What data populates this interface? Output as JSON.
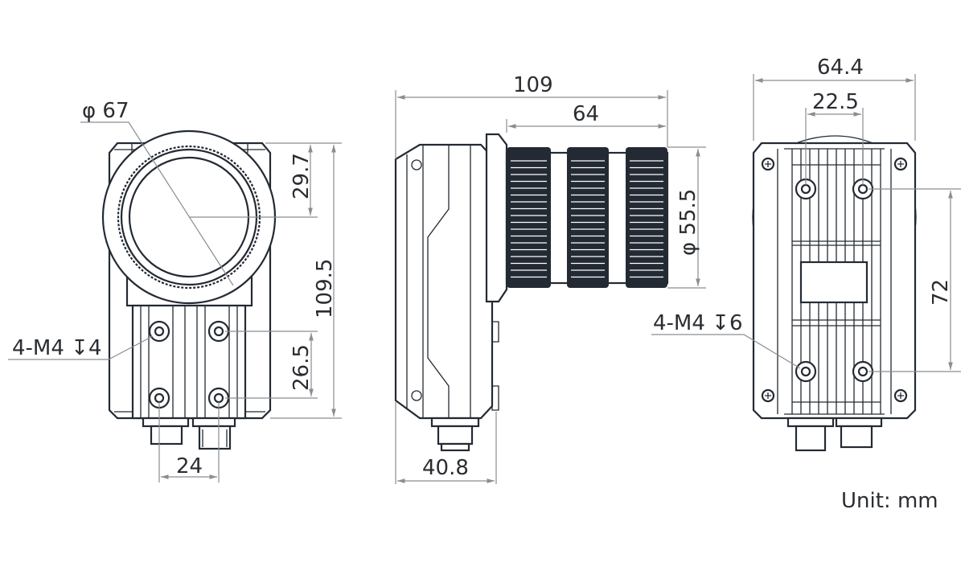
{
  "front_view": {
    "lens_diameter": "φ 67",
    "lens_center_offset": "29.7",
    "overall_height": "109.5",
    "hole_spacing_vertical": "26.5",
    "hole_spacing_horizontal": "24",
    "mount_holes": "4-M4 ↧4"
  },
  "side_view": {
    "overall_length": "109",
    "lens_length": "64",
    "lens_diameter": "φ 55.5",
    "body_depth": "40.8"
  },
  "back_view": {
    "overall_width": "64.4",
    "hole_spacing_horizontal": "22.5",
    "hole_spacing_vertical": "72",
    "mount_holes": "4-M4 ↧6"
  },
  "unit_label": "Unit: mm",
  "colors": {
    "line": "#232a33",
    "dimension": "#8a8d91"
  }
}
